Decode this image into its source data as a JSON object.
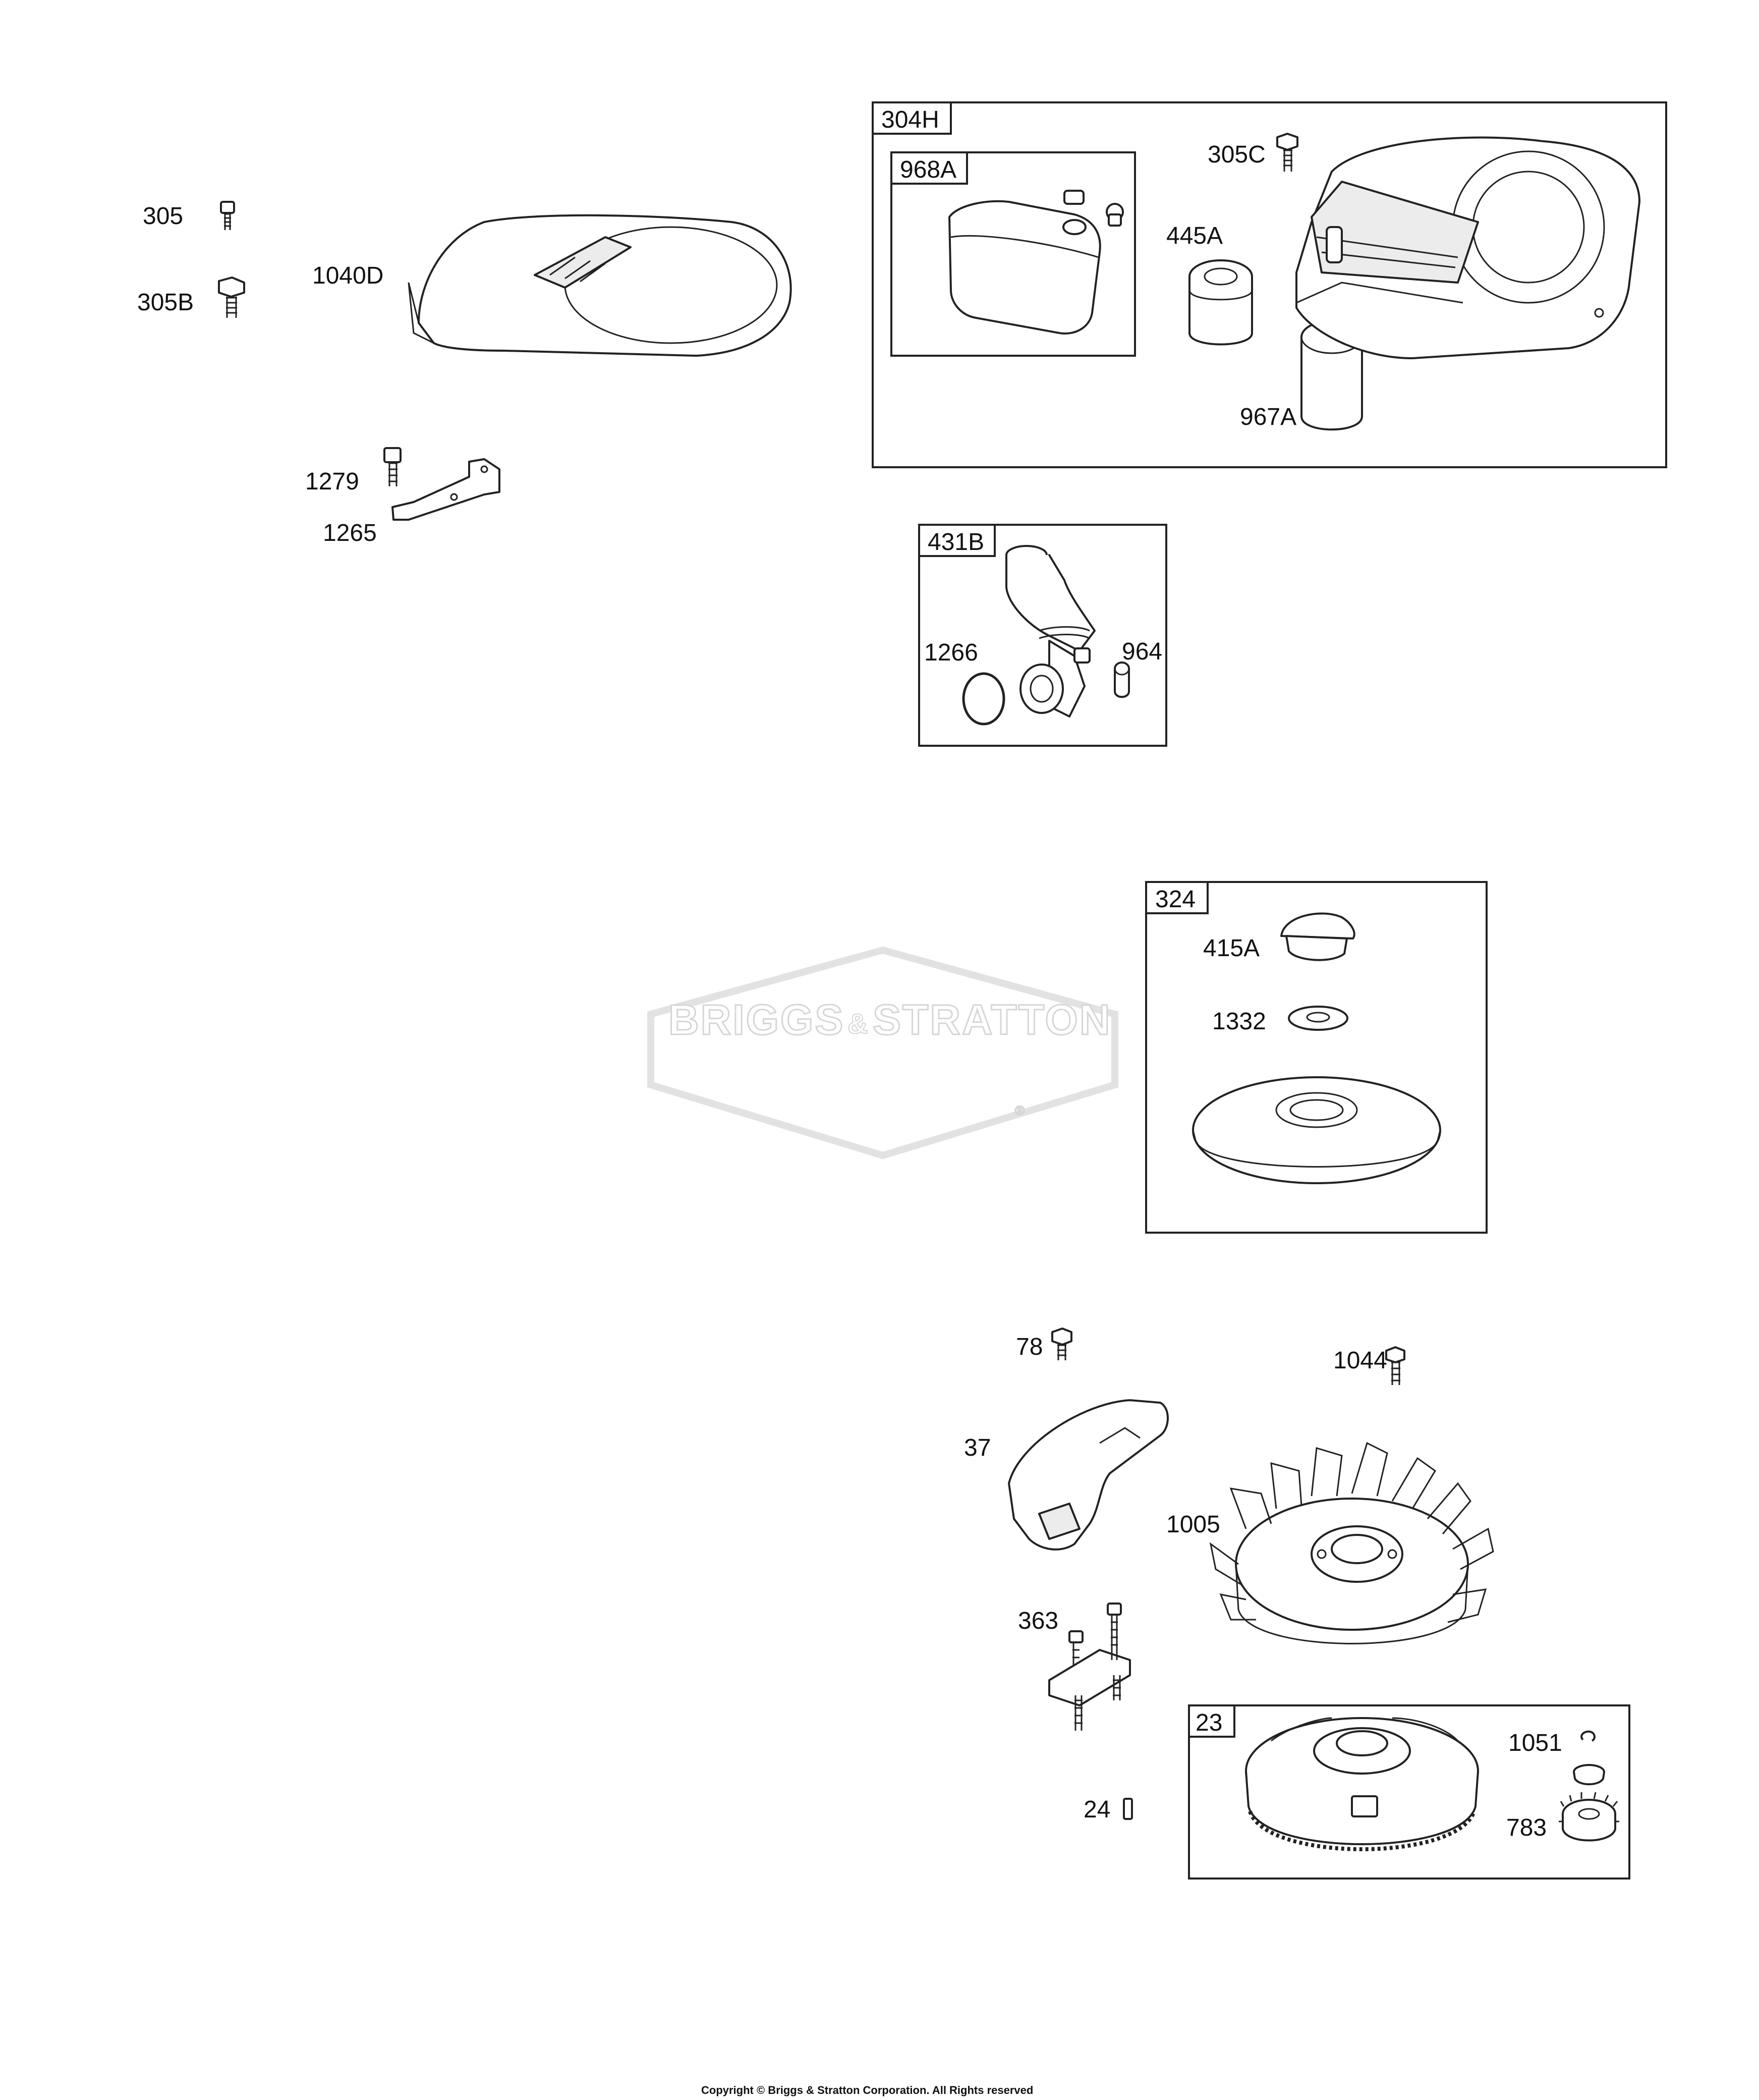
{
  "watermark": {
    "brand": "BRIGGS",
    "amp": "&",
    "brand2": "STRATTON",
    "reg": "®"
  },
  "footer": {
    "copyright": "Copyright © Briggs & Stratton Corporation. All Rights reserved"
  },
  "groups": {
    "g304H": "304H",
    "g968A": "968A",
    "g431B": "431B",
    "g324": "324",
    "g23": "23"
  },
  "parts": {
    "p305": "305",
    "p305B": "305B",
    "p1040D": "1040D",
    "p1279": "1279",
    "p1265": "1265",
    "p305C": "305C",
    "p445A": "445A",
    "p967A": "967A",
    "p1266": "1266",
    "p964": "964",
    "p415A": "415A",
    "p1332": "1332",
    "p78": "78",
    "p1044": "1044",
    "p37": "37",
    "p1005": "1005",
    "p363": "363",
    "p1051": "1051",
    "p24": "24",
    "p783": "783"
  }
}
